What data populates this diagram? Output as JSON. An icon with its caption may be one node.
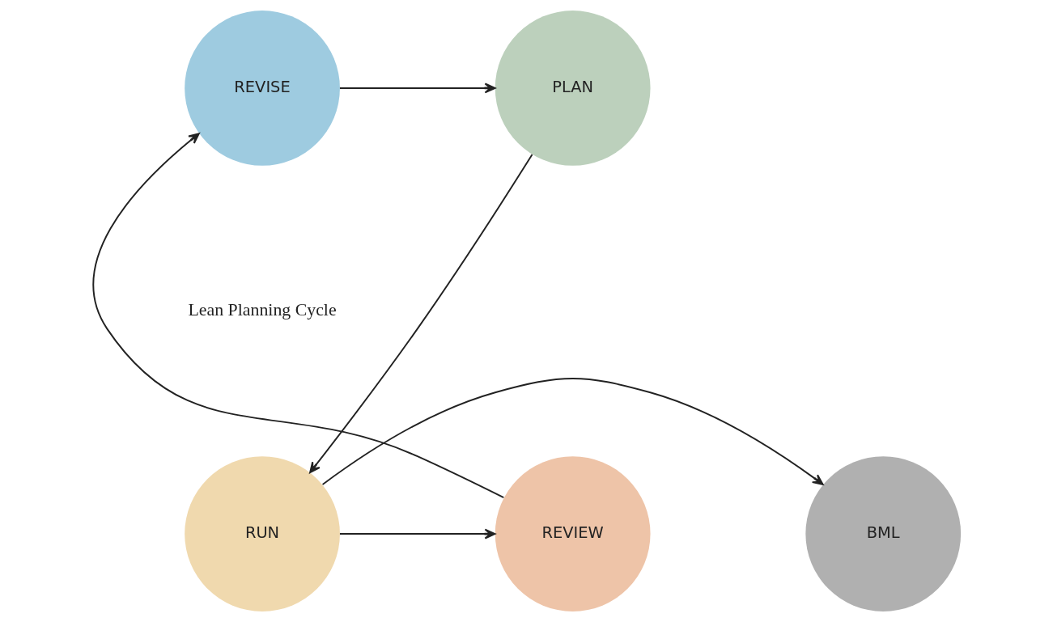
{
  "diagram": {
    "nodes": [
      {
        "text": [
          "REVISE"
        ]
      },
      {
        "text": [
          "PLAN"
        ]
      },
      {
        "text": [
          "BML"
        ]
      },
      {
        "text": [
          "REVIEW"
        ]
      },
      {
        "text": [
          "RUN"
        ]
      }
    ],
    "edges": [
      {
        "from": 0,
        "to": 1,
        "arrow": "to"
      },
      {
        "from": 1,
        "to": 4,
        "arrow": "to"
      },
      {
        "from": 4,
        "to": 3,
        "arrow": "to"
      },
      {
        "from": 3,
        "to": 0,
        "arrow": "to"
      },
      {
        "from": 4,
        "to": 2,
        "arrow": "to"
      }
    ],
    "labels": [
      "Lean Planning Cycle"
    ]
  }
}
